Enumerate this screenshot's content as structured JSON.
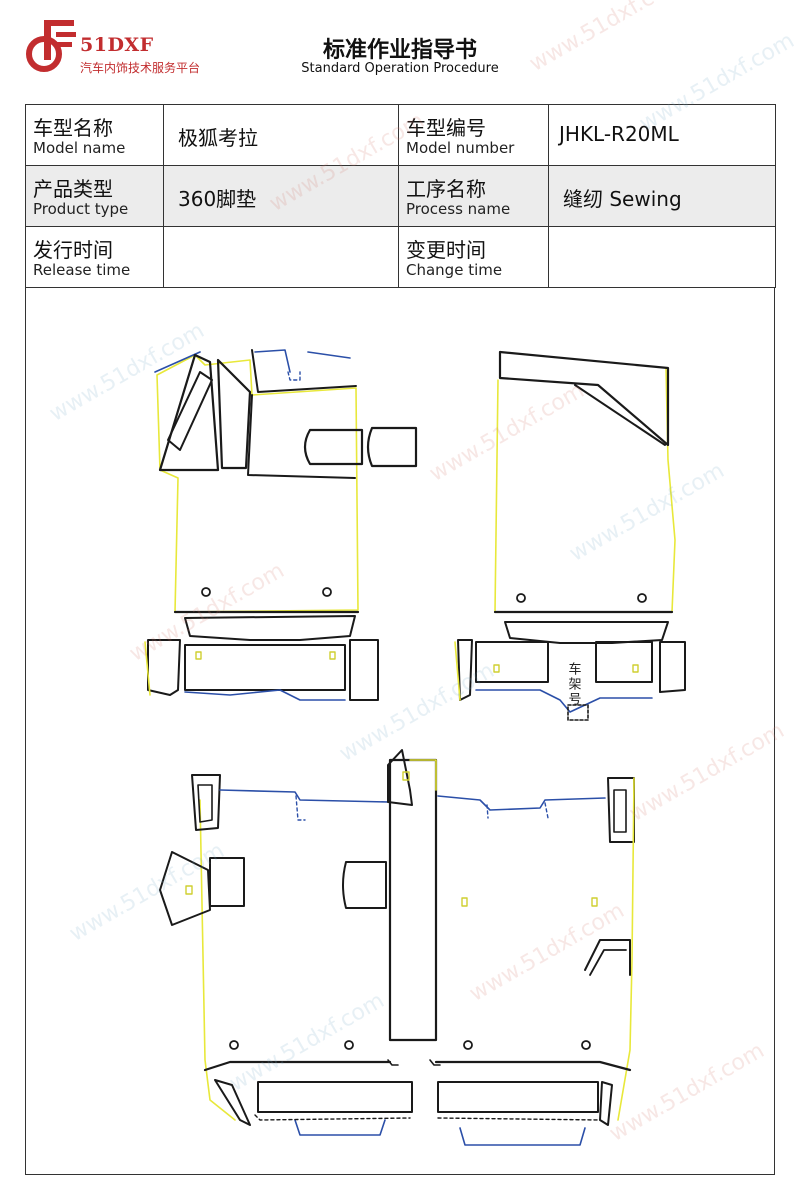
{
  "brand": {
    "name": "51DXF",
    "tagline": "汽车内饰技术服务平台",
    "color": "#c22d2f"
  },
  "document": {
    "title": "标准作业指导书",
    "subtitle": "Standard Operation Procedure"
  },
  "info_table": {
    "model_name_zh": "车型名称",
    "model_name_en": "Model name",
    "model_name_value": "极狐考拉",
    "model_number_zh": "车型编号",
    "model_number_en": "Model number",
    "model_number_value": "JHKL-R20ML",
    "product_type_zh": "产品类型",
    "product_type_en": "Product type",
    "product_type_value": "360脚垫",
    "process_name_zh": "工序名称",
    "process_name_en": "Process name",
    "process_name_value": "缝纫 Sewing",
    "release_time_zh": "发行时间",
    "release_time_en": "Release time",
    "release_time_value": "",
    "change_time_zh": "变更时间",
    "change_time_en": "Change time",
    "change_time_value": ""
  },
  "drawing": {
    "frame_label": "车架号",
    "outline_color": "#1a1a1a",
    "edge_color_yellow": "#e8e83a",
    "edge_color_blue": "#2b4fa8"
  },
  "watermark_text": "www.51dxf.com"
}
